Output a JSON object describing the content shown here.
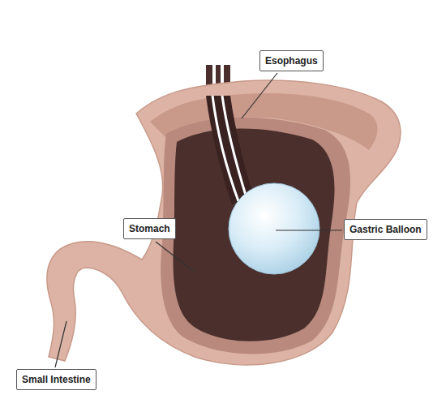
{
  "diagram": {
    "nodes": [
      {
        "text": [
          "Esophagus"
        ]
      },
      {
        "text": [
          "Stomach"
        ]
      },
      {
        "text": [
          "Gastric Balloon"
        ]
      },
      {
        "text": [
          "Small Intestine"
        ]
      }
    ]
  }
}
